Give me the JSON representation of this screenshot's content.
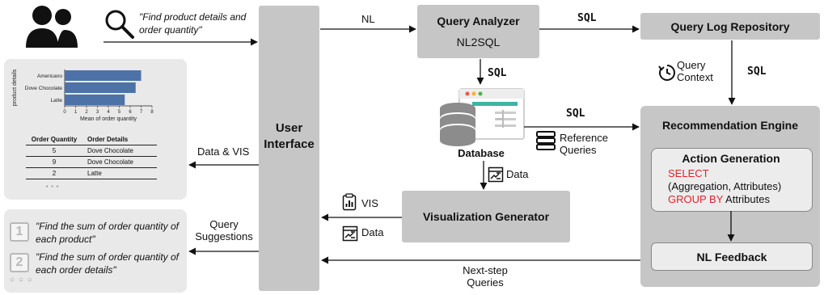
{
  "user_query": "\"Find product details and order quantity\"",
  "labels": {
    "nl": "NL",
    "sql_1": "SQL",
    "sql_2": "SQL",
    "sql_3": "SQL",
    "sql_4": "SQL",
    "data_vis": "Data & VIS",
    "data_1": "Data",
    "data_2": "Data",
    "vis": "VIS",
    "query_suggestions_1": "Query",
    "query_suggestions_2": "Suggestions",
    "next_step_1": "Next-step",
    "next_step_2": "Queries",
    "query_context_1": "Query",
    "query_context_2": "Context",
    "reference_1": "Reference",
    "reference_2": "Queries"
  },
  "boxes": {
    "user_interface_1": "User",
    "user_interface_2": "Interface",
    "query_analyzer": "Query Analyzer",
    "nl2sql": "NL2SQL",
    "query_log": "Query Log Repository",
    "database": "Database",
    "vis_generator": "Visualization Generator",
    "rec_engine": "Recommendation Engine",
    "action_generation": "Action Generation",
    "nl_feedback": "NL Feedback"
  },
  "action": {
    "select": "SELECT",
    "select_rest": "(Aggregation, Attributes)",
    "group_by": "GROUP BY",
    "group_by_rest": " Attributes"
  },
  "suggestions": [
    {
      "num": "1",
      "line1": "\"Find the sum of order quantity of",
      "line2": "each product\""
    },
    {
      "num": "2",
      "line1": "\"Find the sum of order quantity of",
      "line2": "each order details\""
    }
  ],
  "ellipsis": "• • •",
  "ellipsis_circles": "○ ○ ○",
  "chart_data": {
    "type": "bar",
    "categories": [
      "Americano",
      "Dove Chocolate",
      "Latte"
    ],
    "values": [
      7.0,
      6.5,
      5.5
    ],
    "xlabel": "Mean of order quantity",
    "ylabel": "product details",
    "xticks": [
      "0",
      "1",
      "2",
      "3",
      "4",
      "5",
      "6",
      "7",
      "8"
    ],
    "xlim": [
      0,
      8
    ],
    "color": "#4c72a8"
  },
  "table": {
    "headers": [
      "Order Quantity",
      "Order Details"
    ],
    "rows": [
      [
        "5",
        "Dove Chocolate"
      ],
      [
        "9",
        "Dove Chocolate"
      ],
      [
        "2",
        "Latte"
      ]
    ]
  }
}
